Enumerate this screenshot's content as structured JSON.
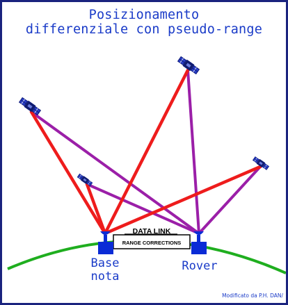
{
  "title": {
    "line1": "Posizionamento",
    "line2": "differenziale con pseudo-range"
  },
  "labels": {
    "base_line1": "Base",
    "base_line2": "nota",
    "rover": "Rover",
    "data_link": "DATA LINK",
    "range_corrections": "RANGE CORRECTIONS"
  },
  "credit": "Modificato da P.H. DAN/",
  "colors": {
    "title": "#1a3bc8",
    "base_ranges": "#ee1c1c",
    "rover_ranges": "#9b1fa8",
    "earth": "#1fae1f",
    "receiver": "#0a2bd6",
    "satellite": "#1a2fb5"
  },
  "icons": {
    "satellite": "satellite-icon",
    "receiver": "gps-antenna-icon"
  }
}
